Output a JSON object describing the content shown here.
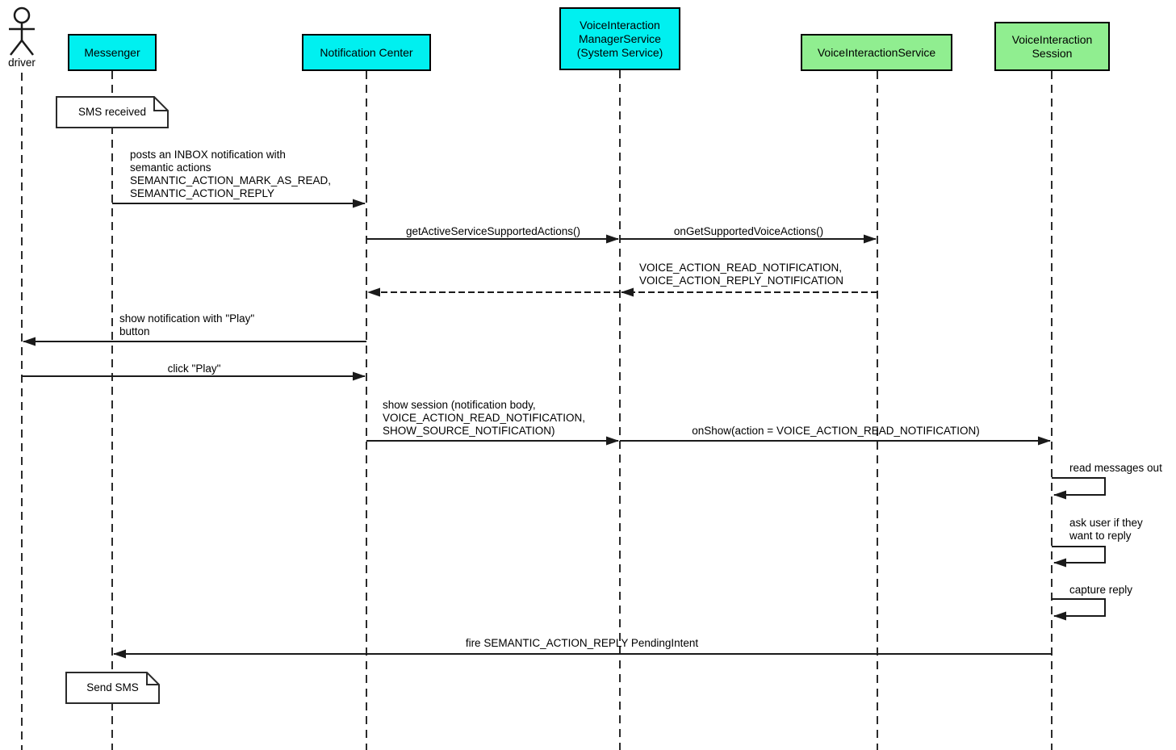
{
  "diagram": {
    "kind": "uml-sequence-diagram",
    "actor": {
      "label": "driver"
    },
    "participants": [
      {
        "id": "messenger",
        "label": "Messenger",
        "fill": "#00F0F0"
      },
      {
        "id": "notification-center",
        "label": "Notification Center",
        "fill": "#00F0F0"
      },
      {
        "id": "voice-interaction-manager-service",
        "label": "VoiceInteraction\nManagerService\n(System Service)",
        "fill": "#00F0F0"
      },
      {
        "id": "voice-interaction-service",
        "label": "VoiceInteractionService",
        "fill": "#90EE90"
      },
      {
        "id": "voice-interaction-session",
        "label": "VoiceInteraction\nSession",
        "fill": "#90EE90"
      }
    ],
    "notes": [
      {
        "text": "SMS received",
        "attached_to": "Messenger"
      },
      {
        "text": "Send SMS",
        "attached_to": "Messenger"
      }
    ],
    "messages": [
      {
        "label": "posts an INBOX notification with\nsemantic actions\nSEMANTIC_ACTION_MARK_AS_READ,\nSEMANTIC_ACTION_REPLY",
        "from": "Messenger",
        "to": "Notification Center",
        "style": "solid"
      },
      {
        "label": "getActiveServiceSupportedActions()",
        "from": "Notification Center",
        "to": "VoiceInteraction ManagerService (System Service)",
        "style": "solid"
      },
      {
        "label": "onGetSupportedVoiceActions()",
        "from": "VoiceInteraction ManagerService (System Service)",
        "to": "VoiceInteractionService",
        "style": "solid"
      },
      {
        "label": "VOICE_ACTION_READ_NOTIFICATION,\nVOICE_ACTION_REPLY_NOTIFICATION",
        "from": "VoiceInteractionService",
        "to": "VoiceInteraction ManagerService (System Service)",
        "style": "dashed"
      },
      {
        "label": "",
        "from": "VoiceInteraction ManagerService (System Service)",
        "to": "Notification Center",
        "style": "dashed"
      },
      {
        "label": "show notification with \"Play\"\nbutton",
        "from": "Notification Center",
        "to": "driver",
        "style": "solid"
      },
      {
        "label": "click \"Play\"",
        "from": "driver",
        "to": "Notification Center",
        "style": "solid"
      },
      {
        "label": "show session (notification body,\nVOICE_ACTION_READ_NOTIFICATION,\nSHOW_SOURCE_NOTIFICATION)",
        "from": "Notification Center",
        "to": "VoiceInteraction ManagerService (System Service)",
        "style": "solid"
      },
      {
        "label": "onShow(action = VOICE_ACTION_READ_NOTIFICATION)",
        "from": "VoiceInteraction ManagerService (System Service)",
        "to": "VoiceInteraction Session",
        "style": "solid"
      },
      {
        "label": "read messages out",
        "from": "VoiceInteraction Session",
        "to": "VoiceInteraction Session",
        "style": "self"
      },
      {
        "label": "ask user if they\nwant to reply",
        "from": "VoiceInteraction Session",
        "to": "VoiceInteraction Session",
        "style": "self"
      },
      {
        "label": "capture reply",
        "from": "VoiceInteraction Session",
        "to": "VoiceInteraction Session",
        "style": "self"
      },
      {
        "label": "fire SEMANTIC_ACTION_REPLY PendingIntent",
        "from": "VoiceInteraction Session",
        "to": "Messenger",
        "style": "solid"
      }
    ],
    "colors": {
      "system_participant_fill": "#00F0F0",
      "voice_participant_fill": "#90EE90",
      "line": "#1a1a1a",
      "background": "#ffffff"
    }
  }
}
